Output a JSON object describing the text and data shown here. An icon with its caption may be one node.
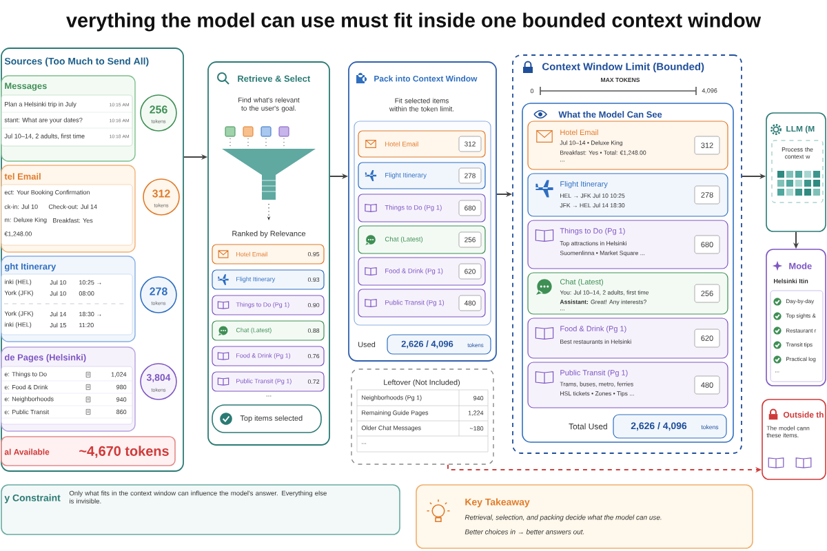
{
  "diagram": {
    "title": "verything the model can use must fit inside one bounded context window",
    "nodes": [
      {
        "text": [
          "Sources (Too Much to Send All)"
        ]
      },
      {
        "text": [
          "Messages",
          "Plan a Helsinki trip in July",
          "10:15 AM",
          "stant: What are your dates?",
          "10:16 AM",
          "Jul 10–14, 2 adults, first time",
          "10:18 AM"
        ],
        "in": 0
      },
      {
        "text": [
          "256",
          "tokens"
        ],
        "in": 0
      },
      {
        "text": [
          "tel Email",
          "ect: Your Booking Confirmation",
          "ck-in: Jul 10",
          "Check-out: Jul 14",
          "m: Deluxe King",
          "Breakfast: Yes",
          "€1,248.00"
        ],
        "in": 0
      },
      {
        "text": [
          "312",
          "tokens"
        ],
        "in": 0
      },
      {
        "text": [
          "ght Itinerary",
          "inki (HEL)",
          "Jul 10",
          "10:25 →",
          "York (JFK)",
          "Jul 10",
          "08:00",
          "York (JFK)",
          "Jul 14",
          "18:30 →",
          "inki (HEL)",
          "Jul 15",
          "11:20"
        ],
        "in": 0
      },
      {
        "text": [
          "278",
          "tokens"
        ],
        "in": 0
      },
      {
        "text": [
          "de Pages (Helsinki)",
          "e: Things to Do",
          "1,024",
          "e: Food & Drink",
          "980",
          "e: Neighborhoods",
          "940",
          "e: Public Transit",
          "860"
        ],
        "in": 0
      },
      {
        "text": [
          "3,804",
          "tokens"
        ],
        "in": 0
      },
      {
        "text": [
          "al Available",
          "~4,670 tokens"
        ],
        "in": 0
      },
      {
        "text": [
          "Retrieve & Select",
          "Find what's relevant to the user's goal.",
          "Ranked by Relevance"
        ]
      },
      {
        "text": [
          "Hotel Email",
          "0.95"
        ],
        "in": 10
      },
      {
        "text": [
          "Flight Itinerary",
          "0.93"
        ],
        "in": 10
      },
      {
        "text": [
          "Things to Do (Pg 1)",
          "0.90"
        ],
        "in": 10
      },
      {
        "text": [
          "Chat (Latest)",
          "0.88"
        ],
        "in": 10
      },
      {
        "text": [
          "Food & Drink (Pg 1)",
          "0.76"
        ],
        "in": 10
      },
      {
        "text": [
          "Public Transit (Pg 1)",
          "0.72"
        ],
        "in": 10
      },
      {
        "text": [
          "Top items selected"
        ],
        "in": 10
      },
      {
        "text": [
          "Pack into Context Window",
          "Fit selected items within the token limit."
        ]
      },
      {
        "text": [
          "Hotel Email",
          "312"
        ],
        "in": 18
      },
      {
        "text": [
          "Flight Itinerary",
          "278"
        ],
        "in": 18
      },
      {
        "text": [
          "Things to Do (Pg 1)",
          "680"
        ],
        "in": 18
      },
      {
        "text": [
          "Chat (Latest)",
          "256"
        ],
        "in": 18
      },
      {
        "text": [
          "Food & Drink (Pg 1)",
          "620"
        ],
        "in": 18
      },
      {
        "text": [
          "Public Transit (Pg 1)",
          "480"
        ],
        "in": 18
      },
      {
        "text": [
          "2,626 / 4,096",
          "tokens"
        ],
        "beside": [
          "Used"
        ],
        "in": 18
      },
      {
        "text": [
          "Leftover (Not Included)",
          "Neighborhoods (Pg 1)",
          "940",
          "Remaining Guide Pages",
          "1,224",
          "Older Chat Messages",
          "~180",
          "..."
        ]
      },
      {
        "text": [
          "Context Window Limit (Bounded)",
          "MAX TOKENS",
          "0",
          "4,096"
        ]
      },
      {
        "text": [
          "What the Model Can See"
        ],
        "in": 27
      },
      {
        "text": [
          "Hotel Email",
          "Jul 10–14 • Deluxe King",
          "Breakfast: Yes • Total: €1,248.00",
          "...",
          "312"
        ],
        "in": 28
      },
      {
        "text": [
          "Flight Itinerary",
          "HEL → JFK Jul 10 10:25",
          "JFK → HEL Jul 14 18:30",
          "278"
        ],
        "in": 28
      },
      {
        "text": [
          "Things to Do (Pg 1)",
          "Top attractions in Helsinki",
          "Suomenlinna • Market Square ...",
          "680"
        ],
        "in": 28
      },
      {
        "text": [
          "Chat (Latest)",
          "You: Jul 10–14, 2 adults, first time",
          "**Assistant:** Great! Any interests?",
          "...",
          "256"
        ],
        "in": 28
      },
      {
        "text": [
          "Food & Drink (Pg 1)",
          "Best restaurants in Helsinki",
          "620"
        ],
        "in": 28
      },
      {
        "text": [
          "Public Transit (Pg 1)",
          "Trams, buses, metro, ferries",
          "HSL tickets • Zones • Tips ...",
          "480"
        ],
        "in": 28
      },
      {
        "text": [
          "2,626 / 4,096",
          "tokens"
        ],
        "beside": [
          "Total Used"
        ],
        "in": 28
      },
      {
        "text": [
          "LLM (M",
          "Process the context w"
        ]
      },
      {
        "text": [
          "Mode",
          "Helsinki Itin",
          "Day-by-day",
          "Top sights &",
          "Restaurant r",
          "Transit tips",
          "Practical log",
          "..."
        ]
      },
      {
        "text": [
          "Outside th",
          "The model cann these items."
        ]
      },
      {
        "text": [
          "y Constraint",
          "Only what fits in the context window can influence the model's answer. Everything else is invisible."
        ]
      },
      {
        "text": [
          "Key Takeaway",
          "Retrieval, selection, and packing decide what the model can use.",
          "Better choices in → better answers out."
        ]
      }
    ],
    "edges": [
      {
        "from": 0,
        "to": 10,
        "arrow": "to"
      },
      {
        "from": 10,
        "to": 18,
        "arrow": "to"
      },
      {
        "from": 18,
        "to": 27,
        "arrow": "to"
      },
      {
        "from": 27,
        "to": 36,
        "arrow": "to"
      },
      {
        "from": 36,
        "to": 37,
        "arrow": "to"
      },
      {
        "from": 26,
        "to": 38,
        "arrow": "to",
        "style": "dashed",
        "color": "#d04040"
      }
    ],
    "labels": [
      "..."
    ]
  }
}
